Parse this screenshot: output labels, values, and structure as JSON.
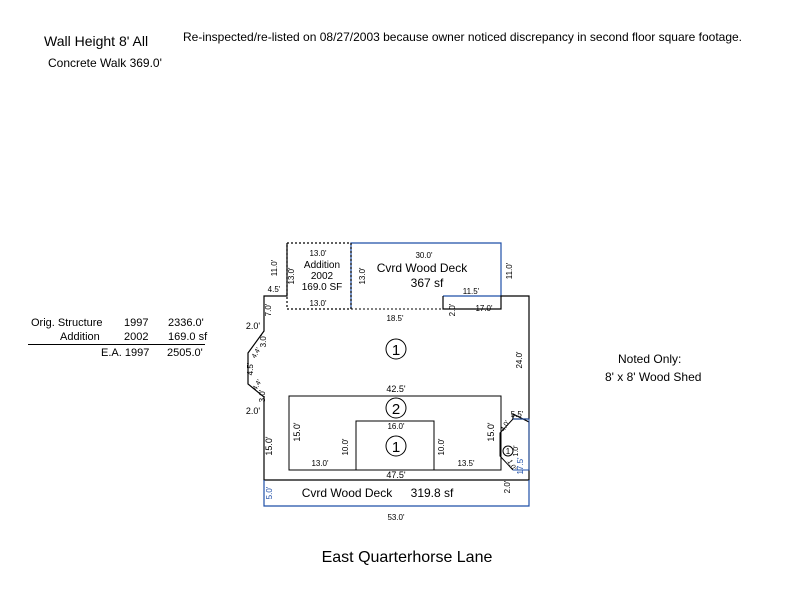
{
  "header": {
    "wall_height": "Wall Height 8' All",
    "concrete_walk": "Concrete Walk 369.0'",
    "note": "Re-inspected/re-listed on 08/27/2003 because owner noticed discrepancy in second floor square footage."
  },
  "area_table": {
    "rows": [
      {
        "label": "Orig. Structure",
        "year": "1997",
        "area": "2336.0'"
      },
      {
        "label": "Addition",
        "year": "2002",
        "area": "169.0 sf"
      }
    ],
    "total": {
      "label": "E.A. 1997",
      "area": "2505.0'"
    }
  },
  "noted_only": {
    "line1": "Noted Only:",
    "line2": "8' x 8' Wood Shed"
  },
  "street": "East Quarterhorse Lane",
  "colors": {
    "structure_line": "#000000",
    "deck_line": "#1f4fa8"
  },
  "sketch": {
    "addition": {
      "title": "Addition",
      "year": "2002",
      "area": "169.0 SF",
      "dim_top": "13.0'",
      "dim_bottom": "13.0'",
      "dim_side": "13.0'"
    },
    "upper_deck": {
      "title": "Cvrd Wood Deck",
      "area": "367 sf",
      "dim_top": "30.0'",
      "dim_left": "13.0'",
      "dim_right": "11.0'",
      "dim_bottom": "11.5'"
    },
    "lower_deck": {
      "title": "Cvrd Wood Deck",
      "area": "319.8 sf",
      "dim_bottom": "53.0'",
      "dim_left": "5.0'",
      "dim_right": "17.5'"
    },
    "floor_labels": {
      "first": "1",
      "second": "2",
      "third": "1",
      "small": "1"
    },
    "dims": {
      "d11": "11.0'",
      "d4_5": "4.5'",
      "d7": "7.0'",
      "d2a": "2.0'",
      "d3a": "3.0'",
      "d4_5b": "4.5'",
      "d3b": "3.0'",
      "d2b": "2.0'",
      "d15a": "15.0'",
      "d18_5": "18.5'",
      "d2c": "2.0'",
      "d17": "17.0'",
      "d24": "24.0'",
      "d5_5": "5.5'",
      "d42_5": "42.5'",
      "d16": "16.0'",
      "d15b": "15.0'",
      "d15c": "15.0'",
      "d10a": "10.0'",
      "d10b": "10.0'",
      "d13": "13.0'",
      "d13_5": "13.5'",
      "d47_5": "47.5'",
      "d2d": "2.0'",
      "d5b": "5.0'",
      "d4c": "4.0'",
      "d1b": "1.0'",
      "d1c": "1.0'"
    }
  }
}
